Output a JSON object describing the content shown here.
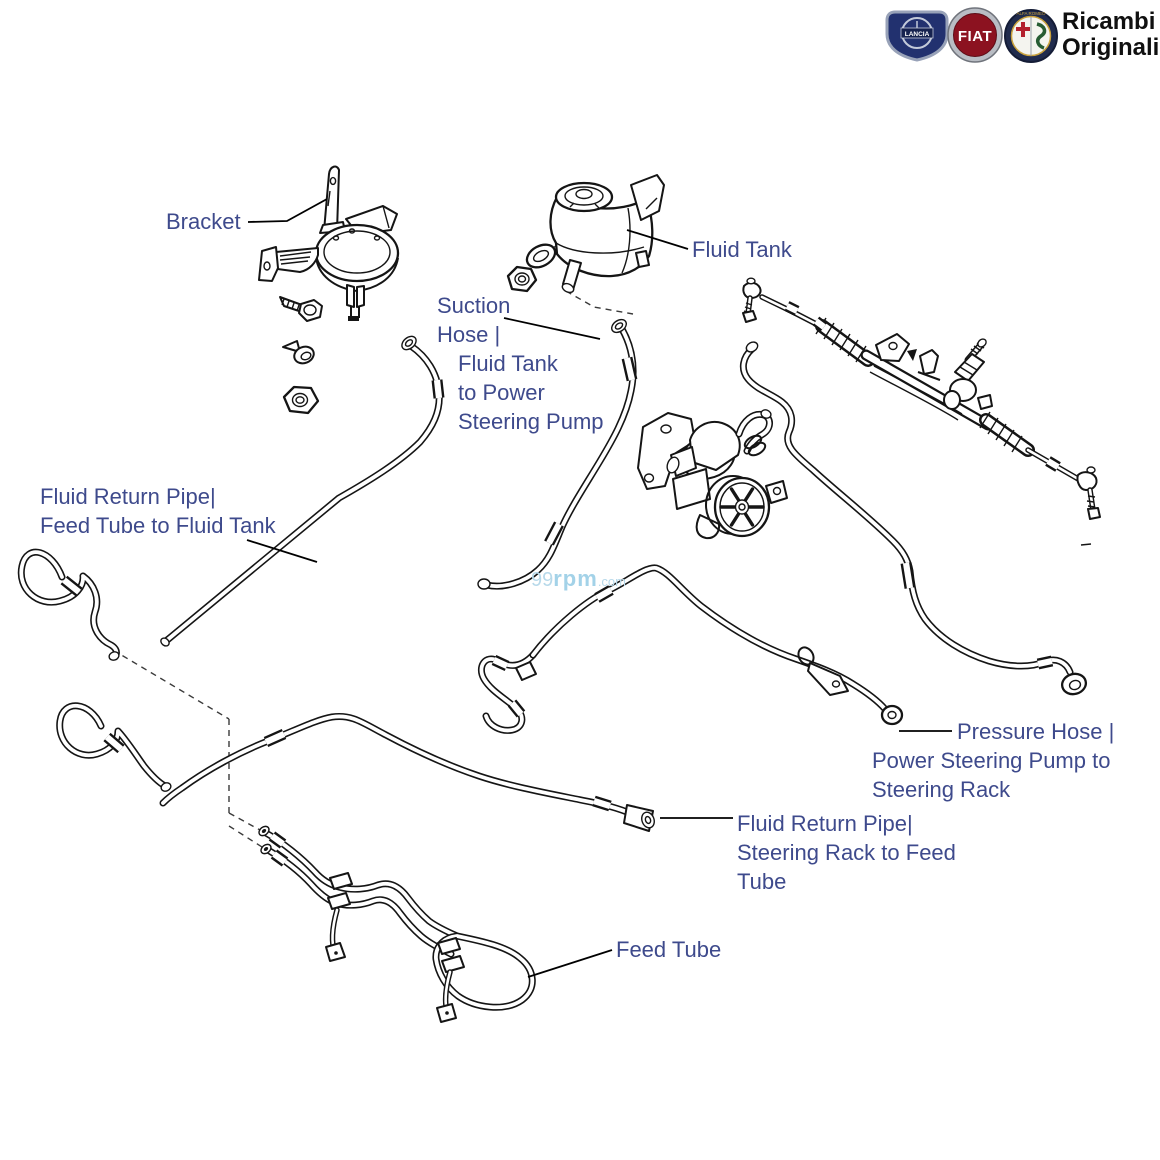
{
  "header": {
    "logos": [
      {
        "name": "lancia-logo",
        "label": "LANCIA"
      },
      {
        "name": "fiat-logo",
        "label": "FIAT"
      },
      {
        "name": "alfa-romeo-logo",
        "label": "ALFA ROMEO"
      }
    ],
    "brand_title_line1": "Ricambi",
    "brand_title_line2": "Originali"
  },
  "watermark": {
    "prefix": "99",
    "middle": "rpm",
    "suffix": ".com"
  },
  "labels": {
    "bracket": "Bracket",
    "fluid_tank": "Fluid Tank",
    "suction_hose_line1": "Suction",
    "suction_hose_line2": "Hose |",
    "suction_hose_line3": "Fluid Tank",
    "suction_hose_line4": "to Power",
    "suction_hose_line5": "Steering Pump",
    "return_pipe_tank_line1": "Fluid Return Pipe|",
    "return_pipe_tank_line2": "Feed Tube to Fluid Tank",
    "pressure_hose_line1": "Pressure Hose |",
    "pressure_hose_line2": "Power Steering Pump to",
    "pressure_hose_line3": "Steering Rack",
    "return_pipe_rack_line1": "Fluid Return Pipe|",
    "return_pipe_rack_line2": "Steering Rack to Feed",
    "return_pipe_rack_line3": "Tube",
    "feed_tube": "Feed Tube"
  },
  "colors": {
    "label_text": "#3E4A8C",
    "line_art": "#151515",
    "watermark": "#A9D3E8",
    "brand_text": "#101010",
    "lancia_blue": "#22316F",
    "fiat_red": "#8C1220",
    "alfa_navy": "#202B4D"
  }
}
